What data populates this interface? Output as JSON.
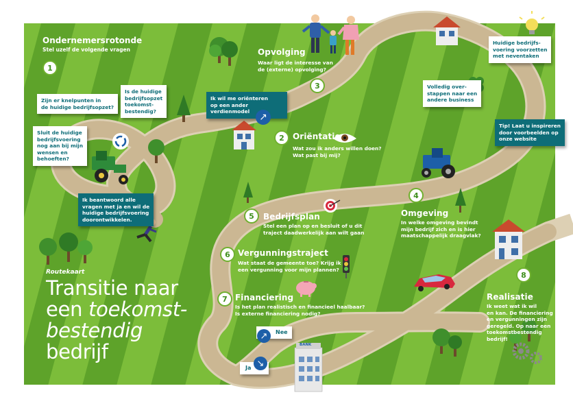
{
  "header": {
    "title": "Ondernemersrotonde",
    "subtitle": "Stel uzelf de volgende vragen"
  },
  "steps": [
    {
      "number": "1"
    },
    {
      "number": "2",
      "title": "Oriëntatie",
      "question": "Wat zou ik anders willen doen?\nWat past bij mij?"
    },
    {
      "number": "3",
      "title": "Opvolging",
      "question": "Waar ligt de interesse van\nde (externe) opvolging?"
    },
    {
      "number": "4",
      "title": "Omgeving",
      "question": "In welke omgeving bevindt\nmijn bedrijf zich en is hier\nmaatschappelijk draagvlak?"
    },
    {
      "number": "5",
      "title": "Bedrijfsplan",
      "question": "Stel een plan op en besluit of u dit\ntraject daadwerkelijk aan wilt gaan"
    },
    {
      "number": "6",
      "title": "Vergunningstraject",
      "question": "Wat staat de gemeente toe? Krijg ik\neen vergunning voor mijn plannen?"
    },
    {
      "number": "7",
      "title": "Financiering",
      "question": "Is het plan realistisch en financieel haalbaar?\nIs externe financiering nodig?"
    },
    {
      "number": "8",
      "title": "Realisatie",
      "question": "Ik weet wat ik wil\nen kan. De financiering\nen vergunningen zijn\ngeregeld. Op naar een\ntoekomstbestendig\nbedrijf!"
    }
  ],
  "cards": {
    "knelpunten": "Zijn er knelpunten in\nde huidige bedrijfsopzet?",
    "toekomstbestendig": "Is de huidige\nbedrijfsopzet\ntoekomst-\nbestendig?",
    "sluit": "Sluit de huidige\nbedrijfsvoering\nnog aan bij mijn\nwensen en\nbehoeften?",
    "orienteren": "Ik wil me oriënteren\nop een ander\nverdienmodel",
    "beantwoord": "Ik beantwoord alle\nvragen met ja en wil de\nhuidige bedrijfsvoering\ndoorontwikkelen.",
    "voortzetten": "Huidige bedrijfs-\nvoering voorzetten\nmet neventaken",
    "overstappen": "Volledig over-\nstappen naar een\nandere business",
    "tip": "Tip! Laat u inspireren\ndoor voorbeelden op\nonze website"
  },
  "choices": {
    "nee": "Nee",
    "ja": "Ja"
  },
  "bank_label": "BANK",
  "title_block": {
    "kicker": "Routekaart",
    "line1": "Transitie naar",
    "line2a": "een ",
    "line2b": "toekomst-",
    "line3": "bestendig",
    "line4": "bedrijf"
  },
  "colors": {
    "field_light": "#7cbd3a",
    "field_dark": "#5ea32a",
    "road": "#cbb793",
    "road_edge": "#ddd0b4",
    "card_teal": "#0e6d78",
    "accent_blue": "#1d5fa8"
  },
  "icons": [
    "roundabout-icon",
    "tractor-icon",
    "house-icon",
    "eye-icon",
    "target-icon",
    "traffic-light-icon",
    "piggy-bank-icon",
    "car-icon",
    "bank-building-icon",
    "gears-icon",
    "lightbulb-icon",
    "clover-icon",
    "turn-arrow-icon",
    "tree-icon",
    "person-icon"
  ]
}
